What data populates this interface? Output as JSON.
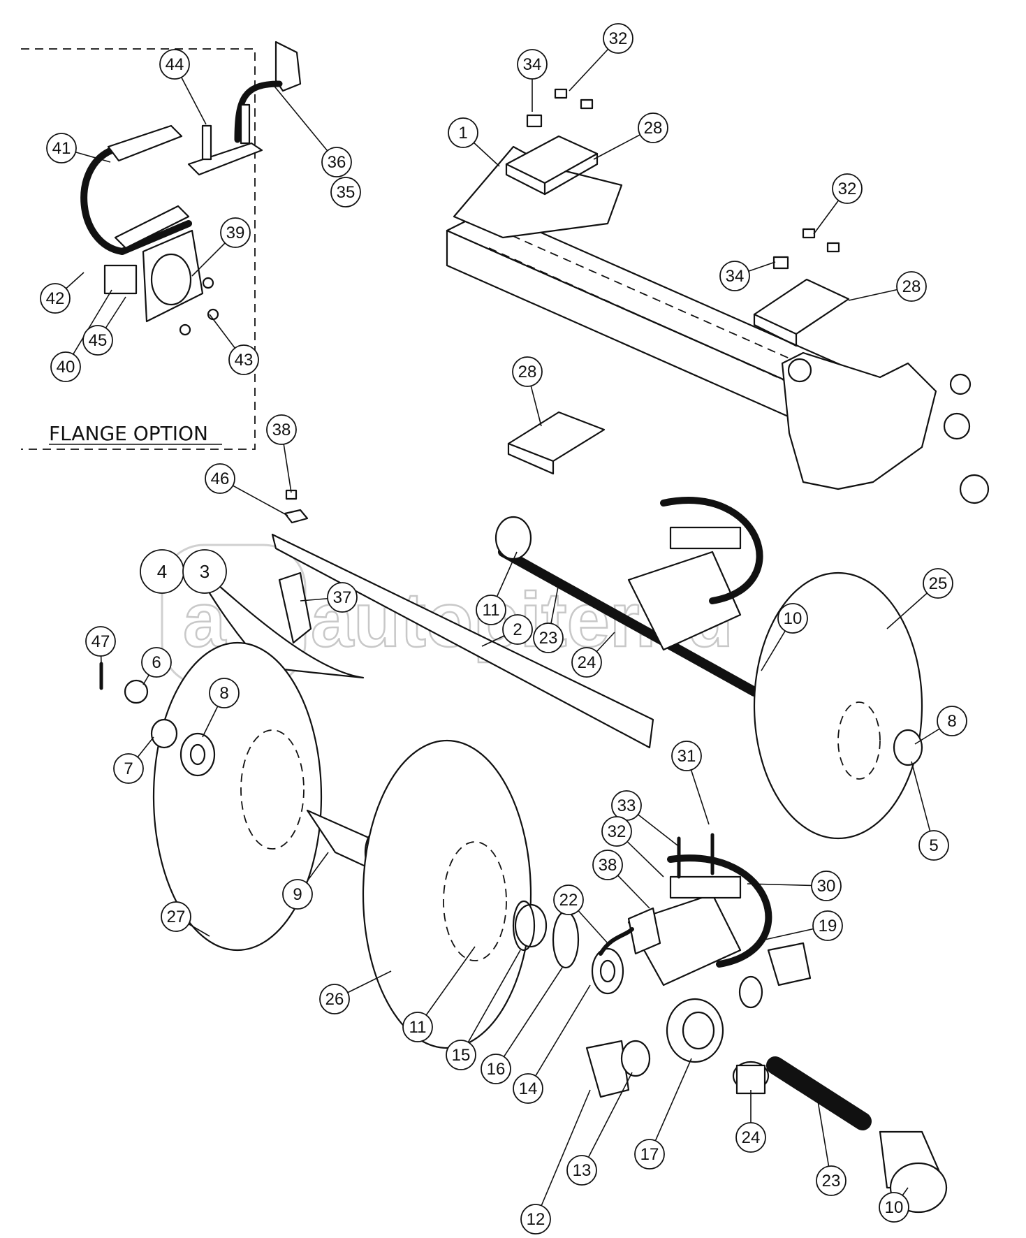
{
  "option_box": {
    "label": "FLANGE OPTION"
  },
  "watermark": {
    "text": "autopiter.ru"
  },
  "callouts": [
    {
      "id": "c32a",
      "label": "32"
    },
    {
      "id": "c34a",
      "label": "34"
    },
    {
      "id": "c44",
      "label": "44"
    },
    {
      "id": "c1",
      "label": "1"
    },
    {
      "id": "c28a",
      "label": "28"
    },
    {
      "id": "c41",
      "label": "41"
    },
    {
      "id": "c36",
      "label": "36"
    },
    {
      "id": "c35",
      "label": "35"
    },
    {
      "id": "c39",
      "label": "39"
    },
    {
      "id": "c32b",
      "label": "32"
    },
    {
      "id": "c34b",
      "label": "34"
    },
    {
      "id": "c28b",
      "label": "28"
    },
    {
      "id": "c42",
      "label": "42"
    },
    {
      "id": "c45",
      "label": "45"
    },
    {
      "id": "c40",
      "label": "40"
    },
    {
      "id": "c43",
      "label": "43"
    },
    {
      "id": "c28c",
      "label": "28"
    },
    {
      "id": "c38a",
      "label": "38"
    },
    {
      "id": "c46",
      "label": "46"
    },
    {
      "id": "c11a",
      "label": "11"
    },
    {
      "id": "c37",
      "label": "37"
    },
    {
      "id": "c2",
      "label": "2"
    },
    {
      "id": "c23a",
      "label": "23"
    },
    {
      "id": "c10a",
      "label": "10"
    },
    {
      "id": "c25",
      "label": "25"
    },
    {
      "id": "c47",
      "label": "47"
    },
    {
      "id": "c24a",
      "label": "24"
    },
    {
      "id": "c6",
      "label": "6"
    },
    {
      "id": "c8a",
      "label": "8"
    },
    {
      "id": "c8b",
      "label": "8"
    },
    {
      "id": "c7",
      "label": "7"
    },
    {
      "id": "c31",
      "label": "31"
    },
    {
      "id": "c5",
      "label": "5"
    },
    {
      "id": "c33",
      "label": "33"
    },
    {
      "id": "c32c",
      "label": "32"
    },
    {
      "id": "c38b",
      "label": "38"
    },
    {
      "id": "c30",
      "label": "30"
    },
    {
      "id": "c9",
      "label": "9"
    },
    {
      "id": "c27",
      "label": "27"
    },
    {
      "id": "c22",
      "label": "22"
    },
    {
      "id": "c19",
      "label": "19"
    },
    {
      "id": "c26",
      "label": "26"
    },
    {
      "id": "c11b",
      "label": "11"
    },
    {
      "id": "c15",
      "label": "15"
    },
    {
      "id": "c16",
      "label": "16"
    },
    {
      "id": "c14",
      "label": "14"
    },
    {
      "id": "c17",
      "label": "17"
    },
    {
      "id": "c24b",
      "label": "24"
    },
    {
      "id": "c13",
      "label": "13"
    },
    {
      "id": "c12",
      "label": "12"
    },
    {
      "id": "c23b",
      "label": "23"
    },
    {
      "id": "c10b",
      "label": "10"
    }
  ],
  "big_callouts": [
    {
      "id": "b4",
      "label": "4"
    },
    {
      "id": "b3",
      "label": "3"
    }
  ]
}
